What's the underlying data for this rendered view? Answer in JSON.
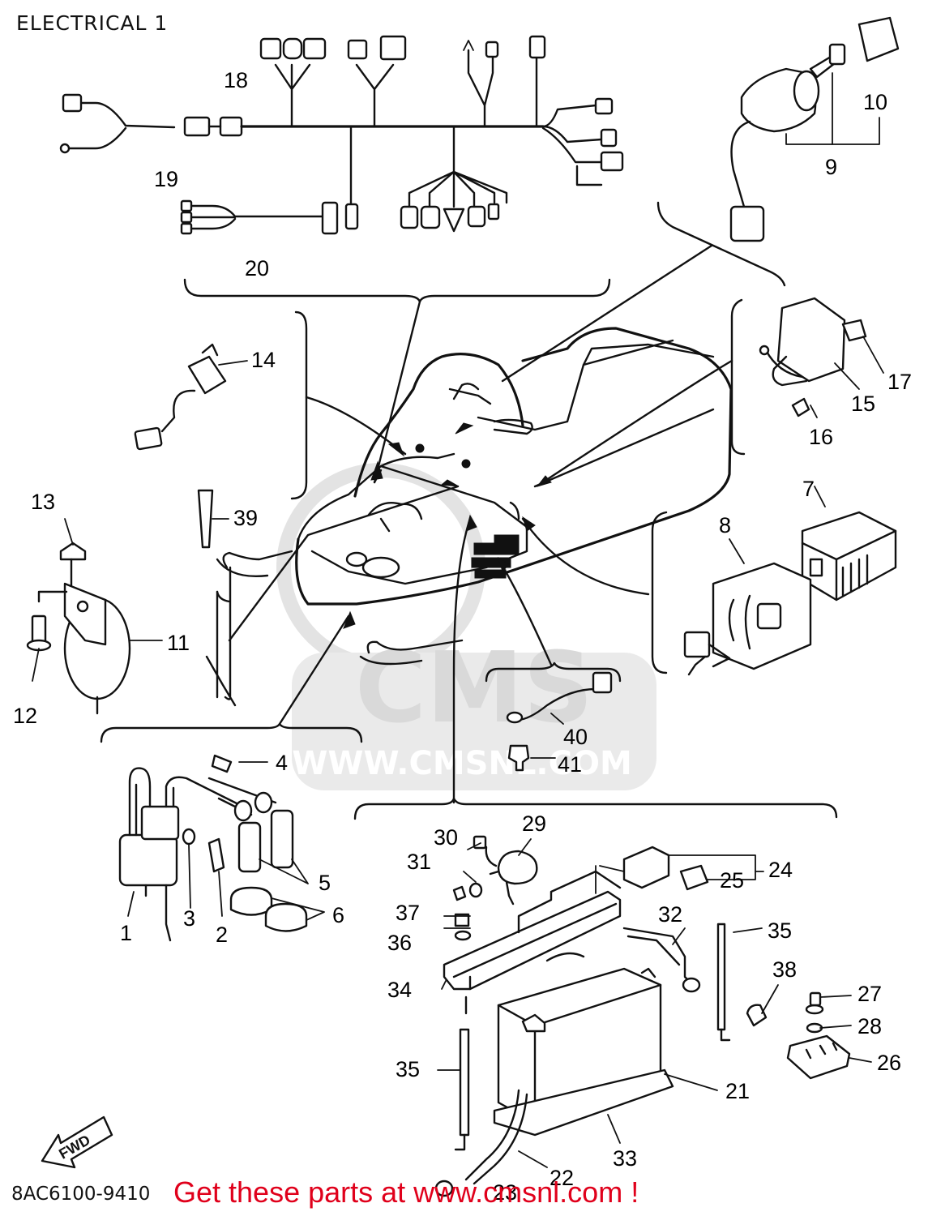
{
  "title": "ELECTRICAL 1",
  "diagram_code": "8AC6100-9410",
  "promo_text": "Get these parts at www.cmsnl.com !",
  "watermark": {
    "logo": "CMS",
    "url": "WWW.CMSNL.COM"
  },
  "fwd_arrow": "FWD",
  "labels": [
    "1",
    "2",
    "3",
    "4",
    "5",
    "6",
    "7",
    "8",
    "9",
    "10",
    "11",
    "12",
    "13",
    "14",
    "15",
    "16",
    "17",
    "18",
    "19",
    "20",
    "21",
    "22",
    "23",
    "24",
    "25",
    "26",
    "27",
    "28",
    "29",
    "30",
    "31",
    "32",
    "33",
    "34",
    "35",
    "35",
    "36",
    "37",
    "38",
    "39",
    "40",
    "41"
  ],
  "colors": {
    "ink": "#111111",
    "promo": "#e0001b",
    "watermark": "#c8c8c8"
  }
}
